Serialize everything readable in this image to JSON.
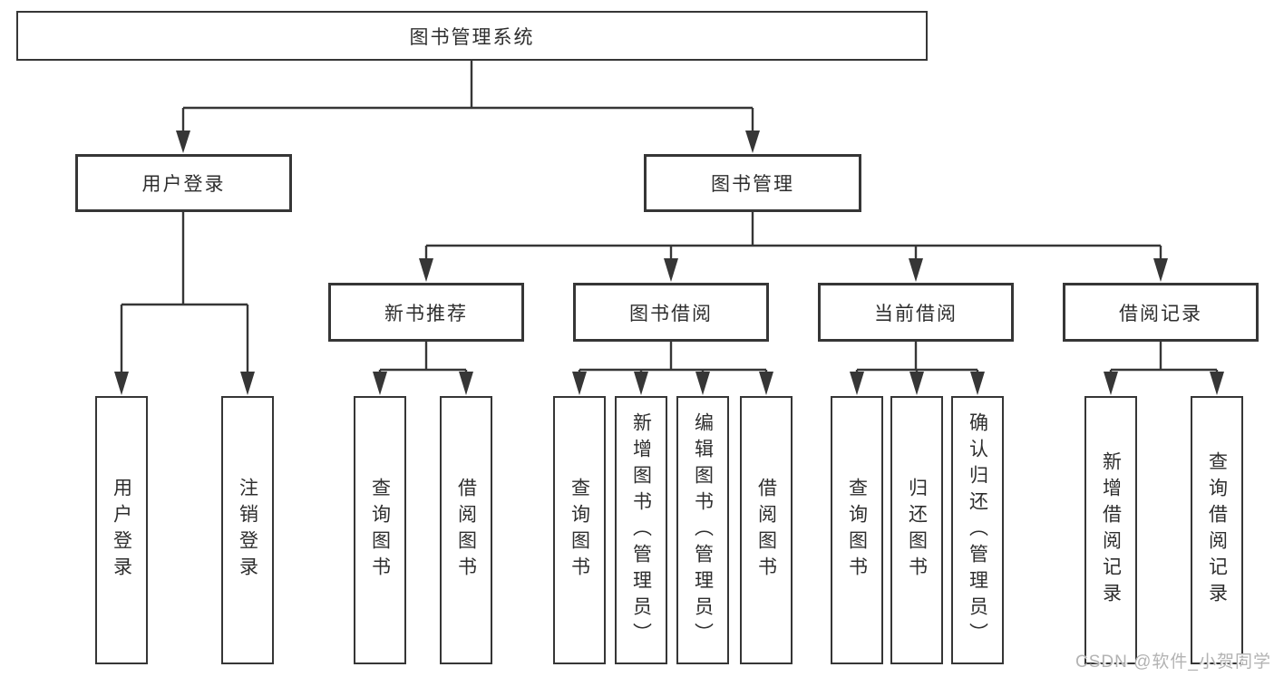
{
  "diagram": {
    "root": {
      "label": "图书管理系统"
    },
    "level2": [
      {
        "label": "用户登录"
      },
      {
        "label": "图书管理"
      }
    ],
    "level3": [
      {
        "label": "新书推荐"
      },
      {
        "label": "图书借阅"
      },
      {
        "label": "当前借阅"
      },
      {
        "label": "借阅记录"
      }
    ],
    "leaf_groups": [
      {
        "parent": "用户登录",
        "items": [
          "用户登录",
          "注销登录"
        ]
      },
      {
        "parent": "新书推荐",
        "items": [
          "查询图书",
          "借阅图书"
        ]
      },
      {
        "parent": "图书借阅",
        "items": [
          "查询图书",
          "新增图书（管理员）",
          "编辑图书（管理员）",
          "借阅图书"
        ]
      },
      {
        "parent": "当前借阅",
        "items": [
          "查询图书",
          "归还图书",
          "确认归还（管理员）"
        ]
      },
      {
        "parent": "借阅记录",
        "items": [
          "新增借阅记录",
          "查询借阅记录"
        ]
      }
    ]
  },
  "watermark": "CSDN @软件_小贺同学",
  "colors": {
    "line": "#363636",
    "text": "#2e2e2e",
    "watermark": "#b3b3b3",
    "background": "#ffffff"
  }
}
